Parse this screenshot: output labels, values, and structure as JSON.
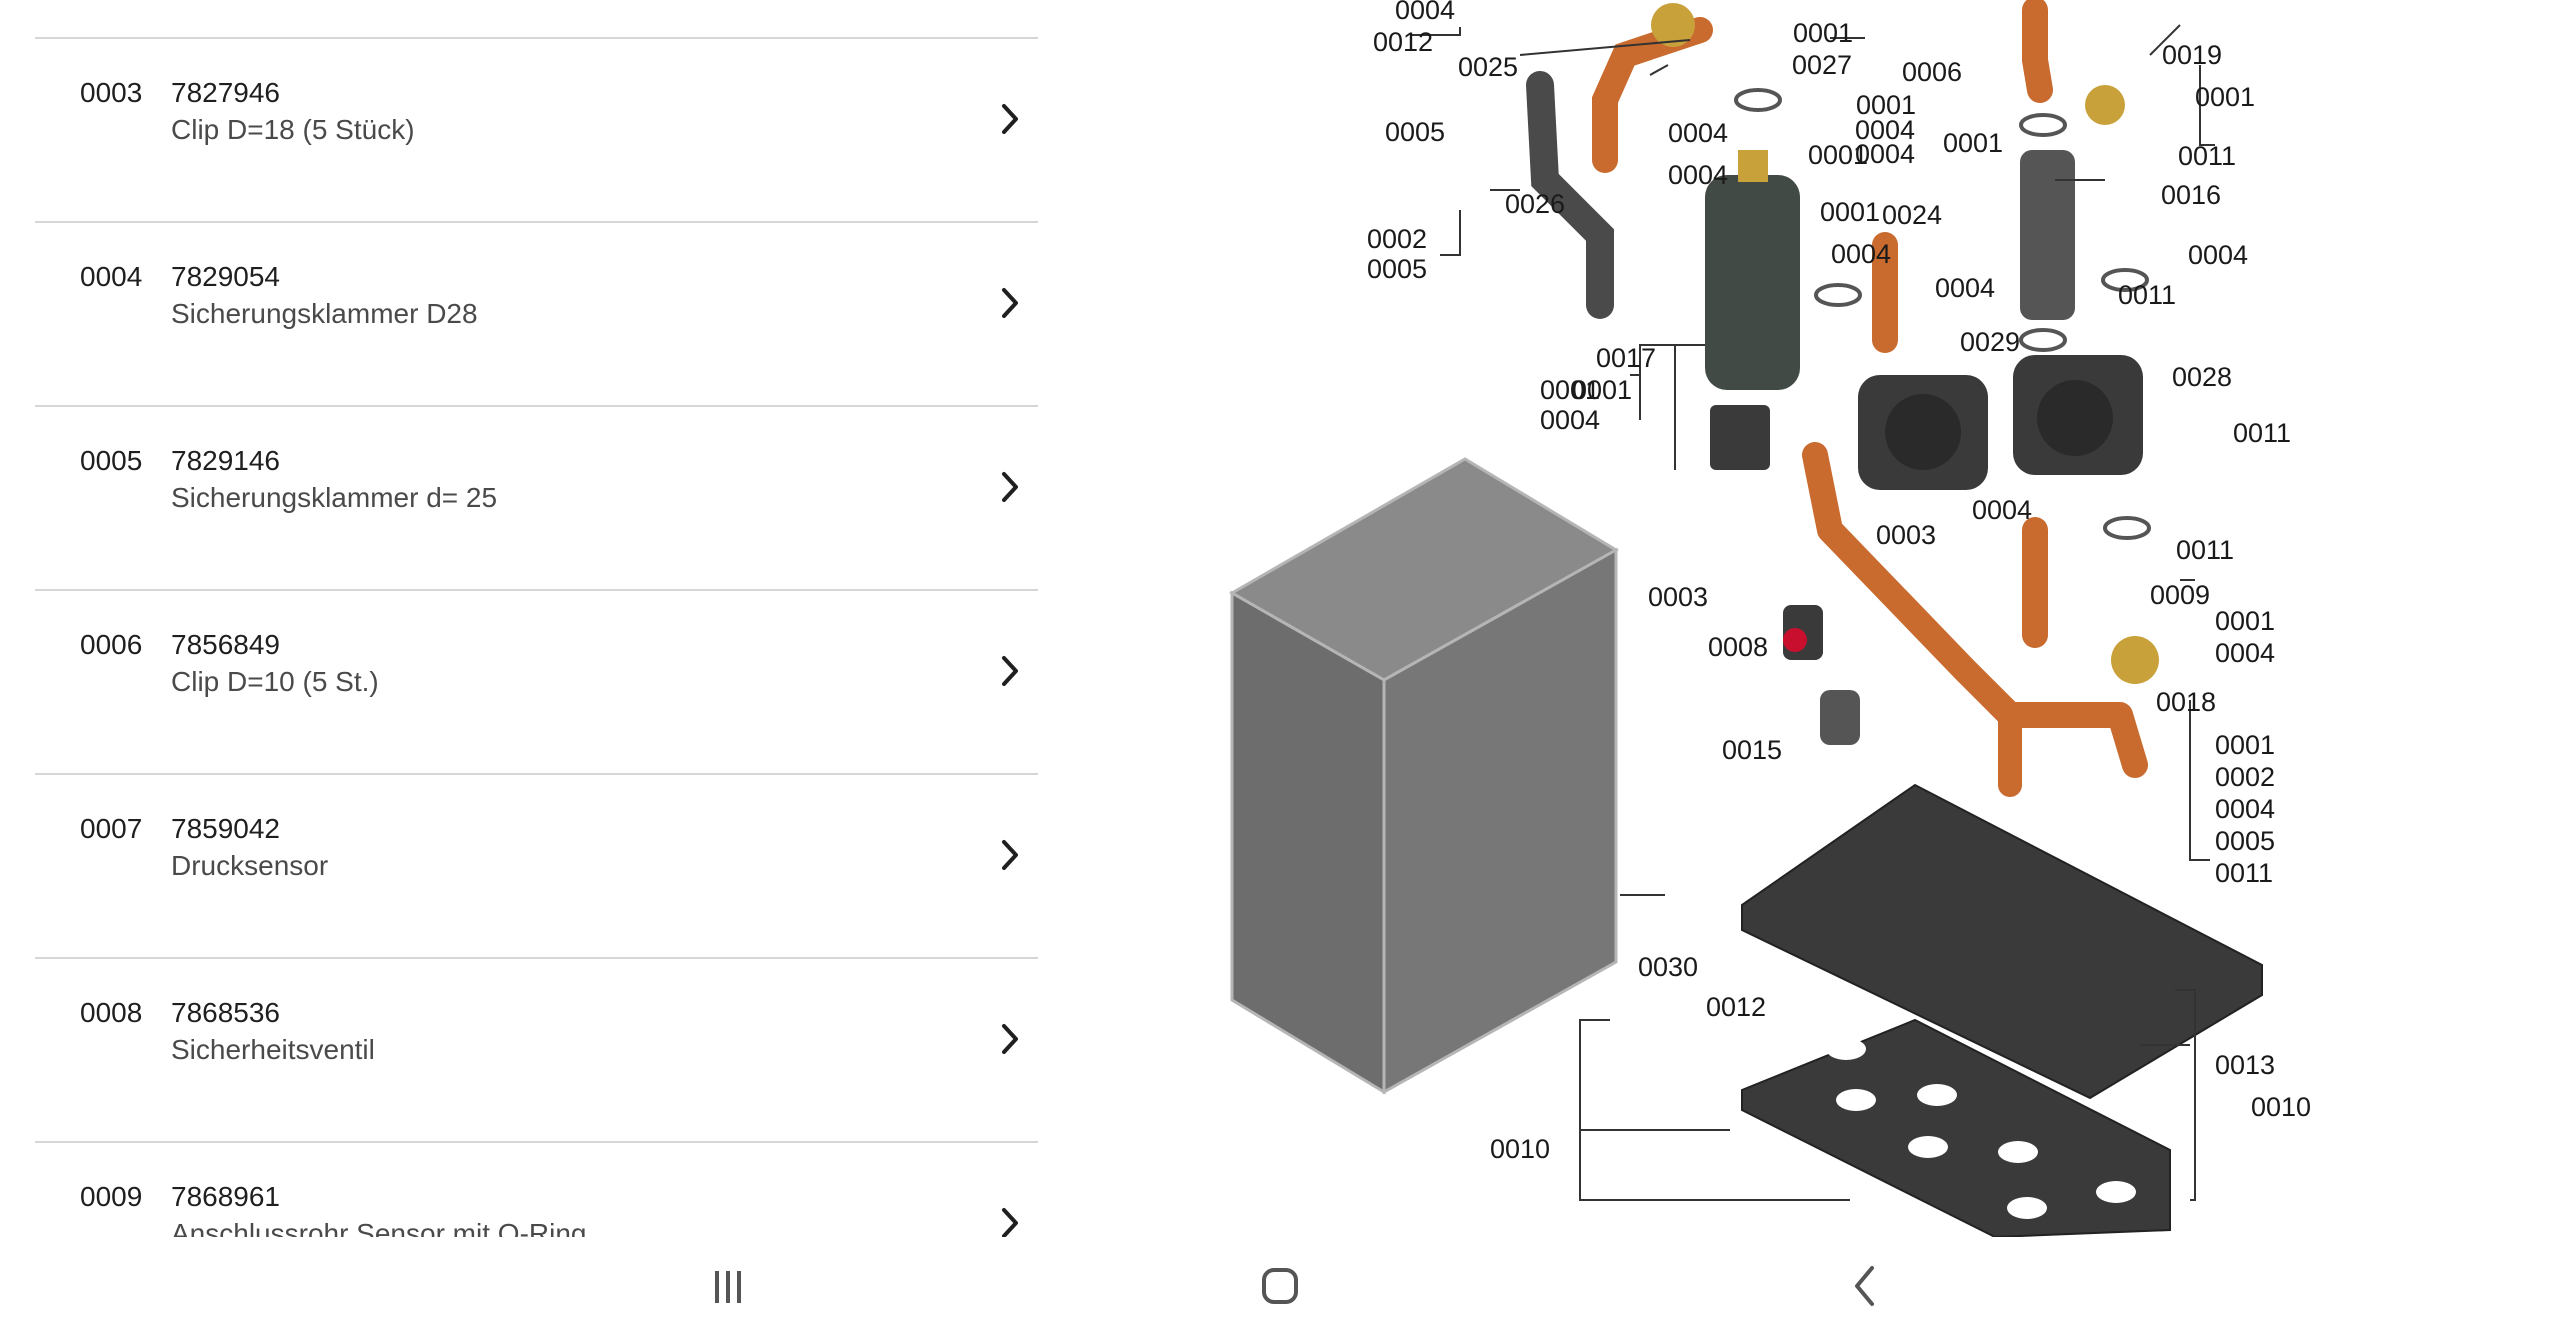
{
  "parts": [
    {
      "pos": "0003",
      "number": "7827946",
      "name": "Clip D=18 (5 Stück)"
    },
    {
      "pos": "0004",
      "number": "7829054",
      "name": "Sicherungsklammer D28"
    },
    {
      "pos": "0005",
      "number": "7829146",
      "name": "Sicherungsklammer d= 25"
    },
    {
      "pos": "0006",
      "number": "7856849",
      "name": "Clip D=10 (5 St.)"
    },
    {
      "pos": "0007",
      "number": "7859042",
      "name": "Drucksensor"
    },
    {
      "pos": "0008",
      "number": "7868536",
      "name": "Sicherheitsventil"
    },
    {
      "pos": "0009",
      "number": "7868961",
      "name": "Anschlussrohr Sensor mit O-Ring"
    }
  ],
  "drawing": {
    "callouts": [
      "0004",
      "0012",
      "0001",
      "0006",
      "0019",
      "0025",
      "0027",
      "0001",
      "0004",
      "0005",
      "0004",
      "0001",
      "0001",
      "0004",
      "0011",
      "0001",
      "0004",
      "0016",
      "0026",
      "0004",
      "0024",
      "0001",
      "0002",
      "0005",
      "0004",
      "0004",
      "0011",
      "0017",
      "0001",
      "0029",
      "0028",
      "0001",
      "0004",
      "0011",
      "0004",
      "0003",
      "0011",
      "0003",
      "0009",
      "0008",
      "0001",
      "0004",
      "0018",
      "0015",
      "0001",
      "0002",
      "0004",
      "0005",
      "0011",
      "0030",
      "0012",
      "0013",
      "0010",
      "0010"
    ]
  },
  "nav": {
    "recents": "recents-icon",
    "home": "home-icon",
    "back": "back-icon"
  },
  "colors": {
    "copper": "#c96a2e",
    "brass": "#c9a13a",
    "body_gray": "#6d6d6d",
    "dark_part": "#3a3a3a",
    "divider": "#d6d6d6"
  }
}
